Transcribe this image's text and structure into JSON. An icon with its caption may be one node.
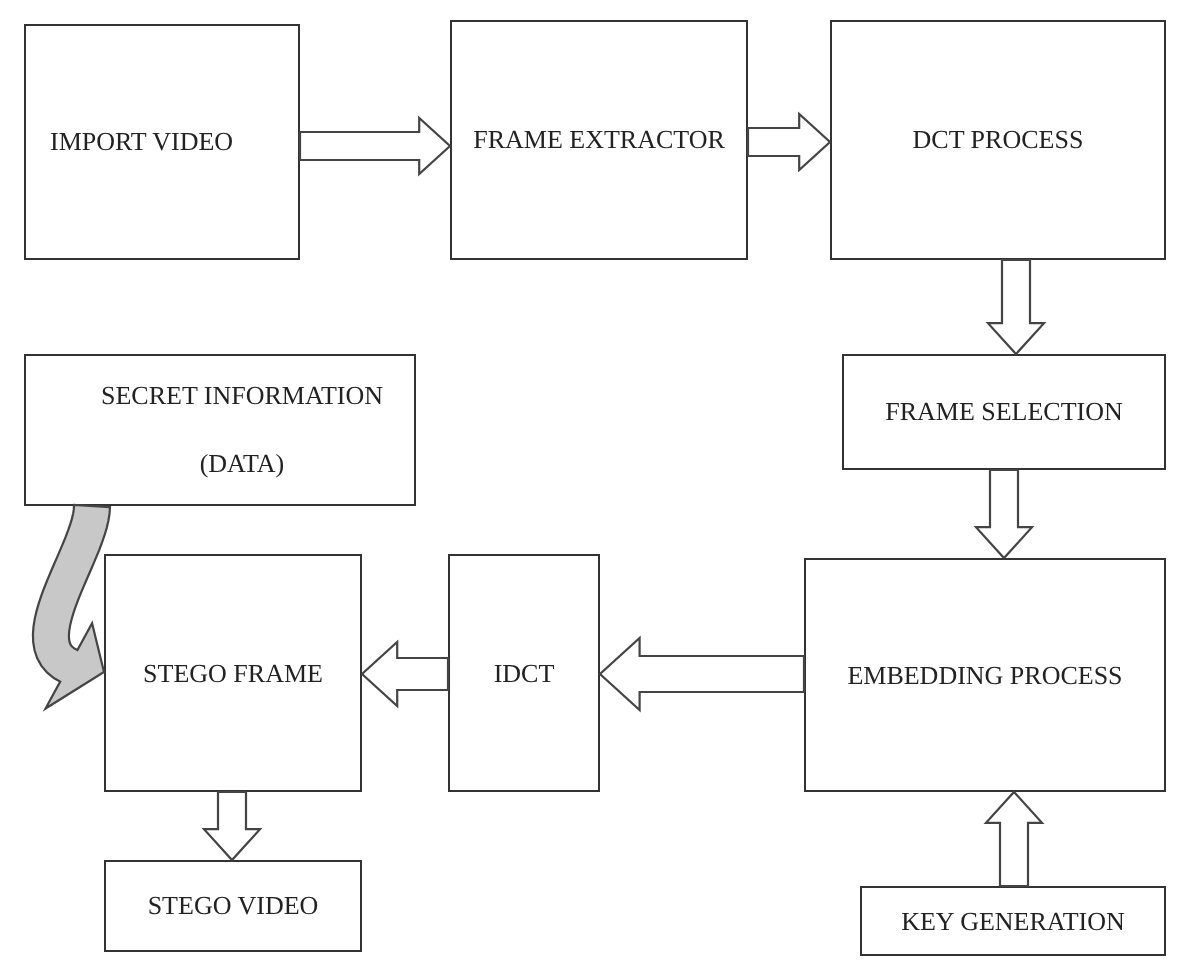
{
  "diagram": {
    "nodes": [
      {
        "text": [
          "IMPORT VIDEO"
        ]
      },
      {
        "text": [
          "FRAME EXTRACTOR"
        ]
      },
      {
        "text": [
          "DCT PROCESS"
        ]
      },
      {
        "text": [
          "FRAME SELECTION"
        ]
      },
      {
        "text": [
          "SECRET INFORMATION (DATA)"
        ]
      },
      {
        "text": [
          "STEGO FRAME"
        ]
      },
      {
        "text": [
          "IDCT"
        ]
      },
      {
        "text": [
          "EMBEDDING PROCESS"
        ]
      },
      {
        "text": [
          "STEGO VIDEO"
        ]
      },
      {
        "text": [
          "KEY GENERATION"
        ]
      }
    ],
    "edges": [
      {
        "from": 0,
        "to": 1,
        "arrow": "to"
      },
      {
        "from": 1,
        "to": 2,
        "arrow": "to"
      },
      {
        "from": 2,
        "to": 3,
        "arrow": "to"
      },
      {
        "from": 3,
        "to": 7,
        "arrow": "to"
      },
      {
        "from": 9,
        "to": 7,
        "arrow": "to"
      },
      {
        "from": 7,
        "to": 6,
        "arrow": "to"
      },
      {
        "from": 6,
        "to": 5,
        "arrow": "to"
      },
      {
        "from": 4,
        "to": 5,
        "arrow": "to",
        "color": "#c8c8c8"
      },
      {
        "from": 5,
        "to": 8,
        "arrow": "to"
      }
    ]
  }
}
